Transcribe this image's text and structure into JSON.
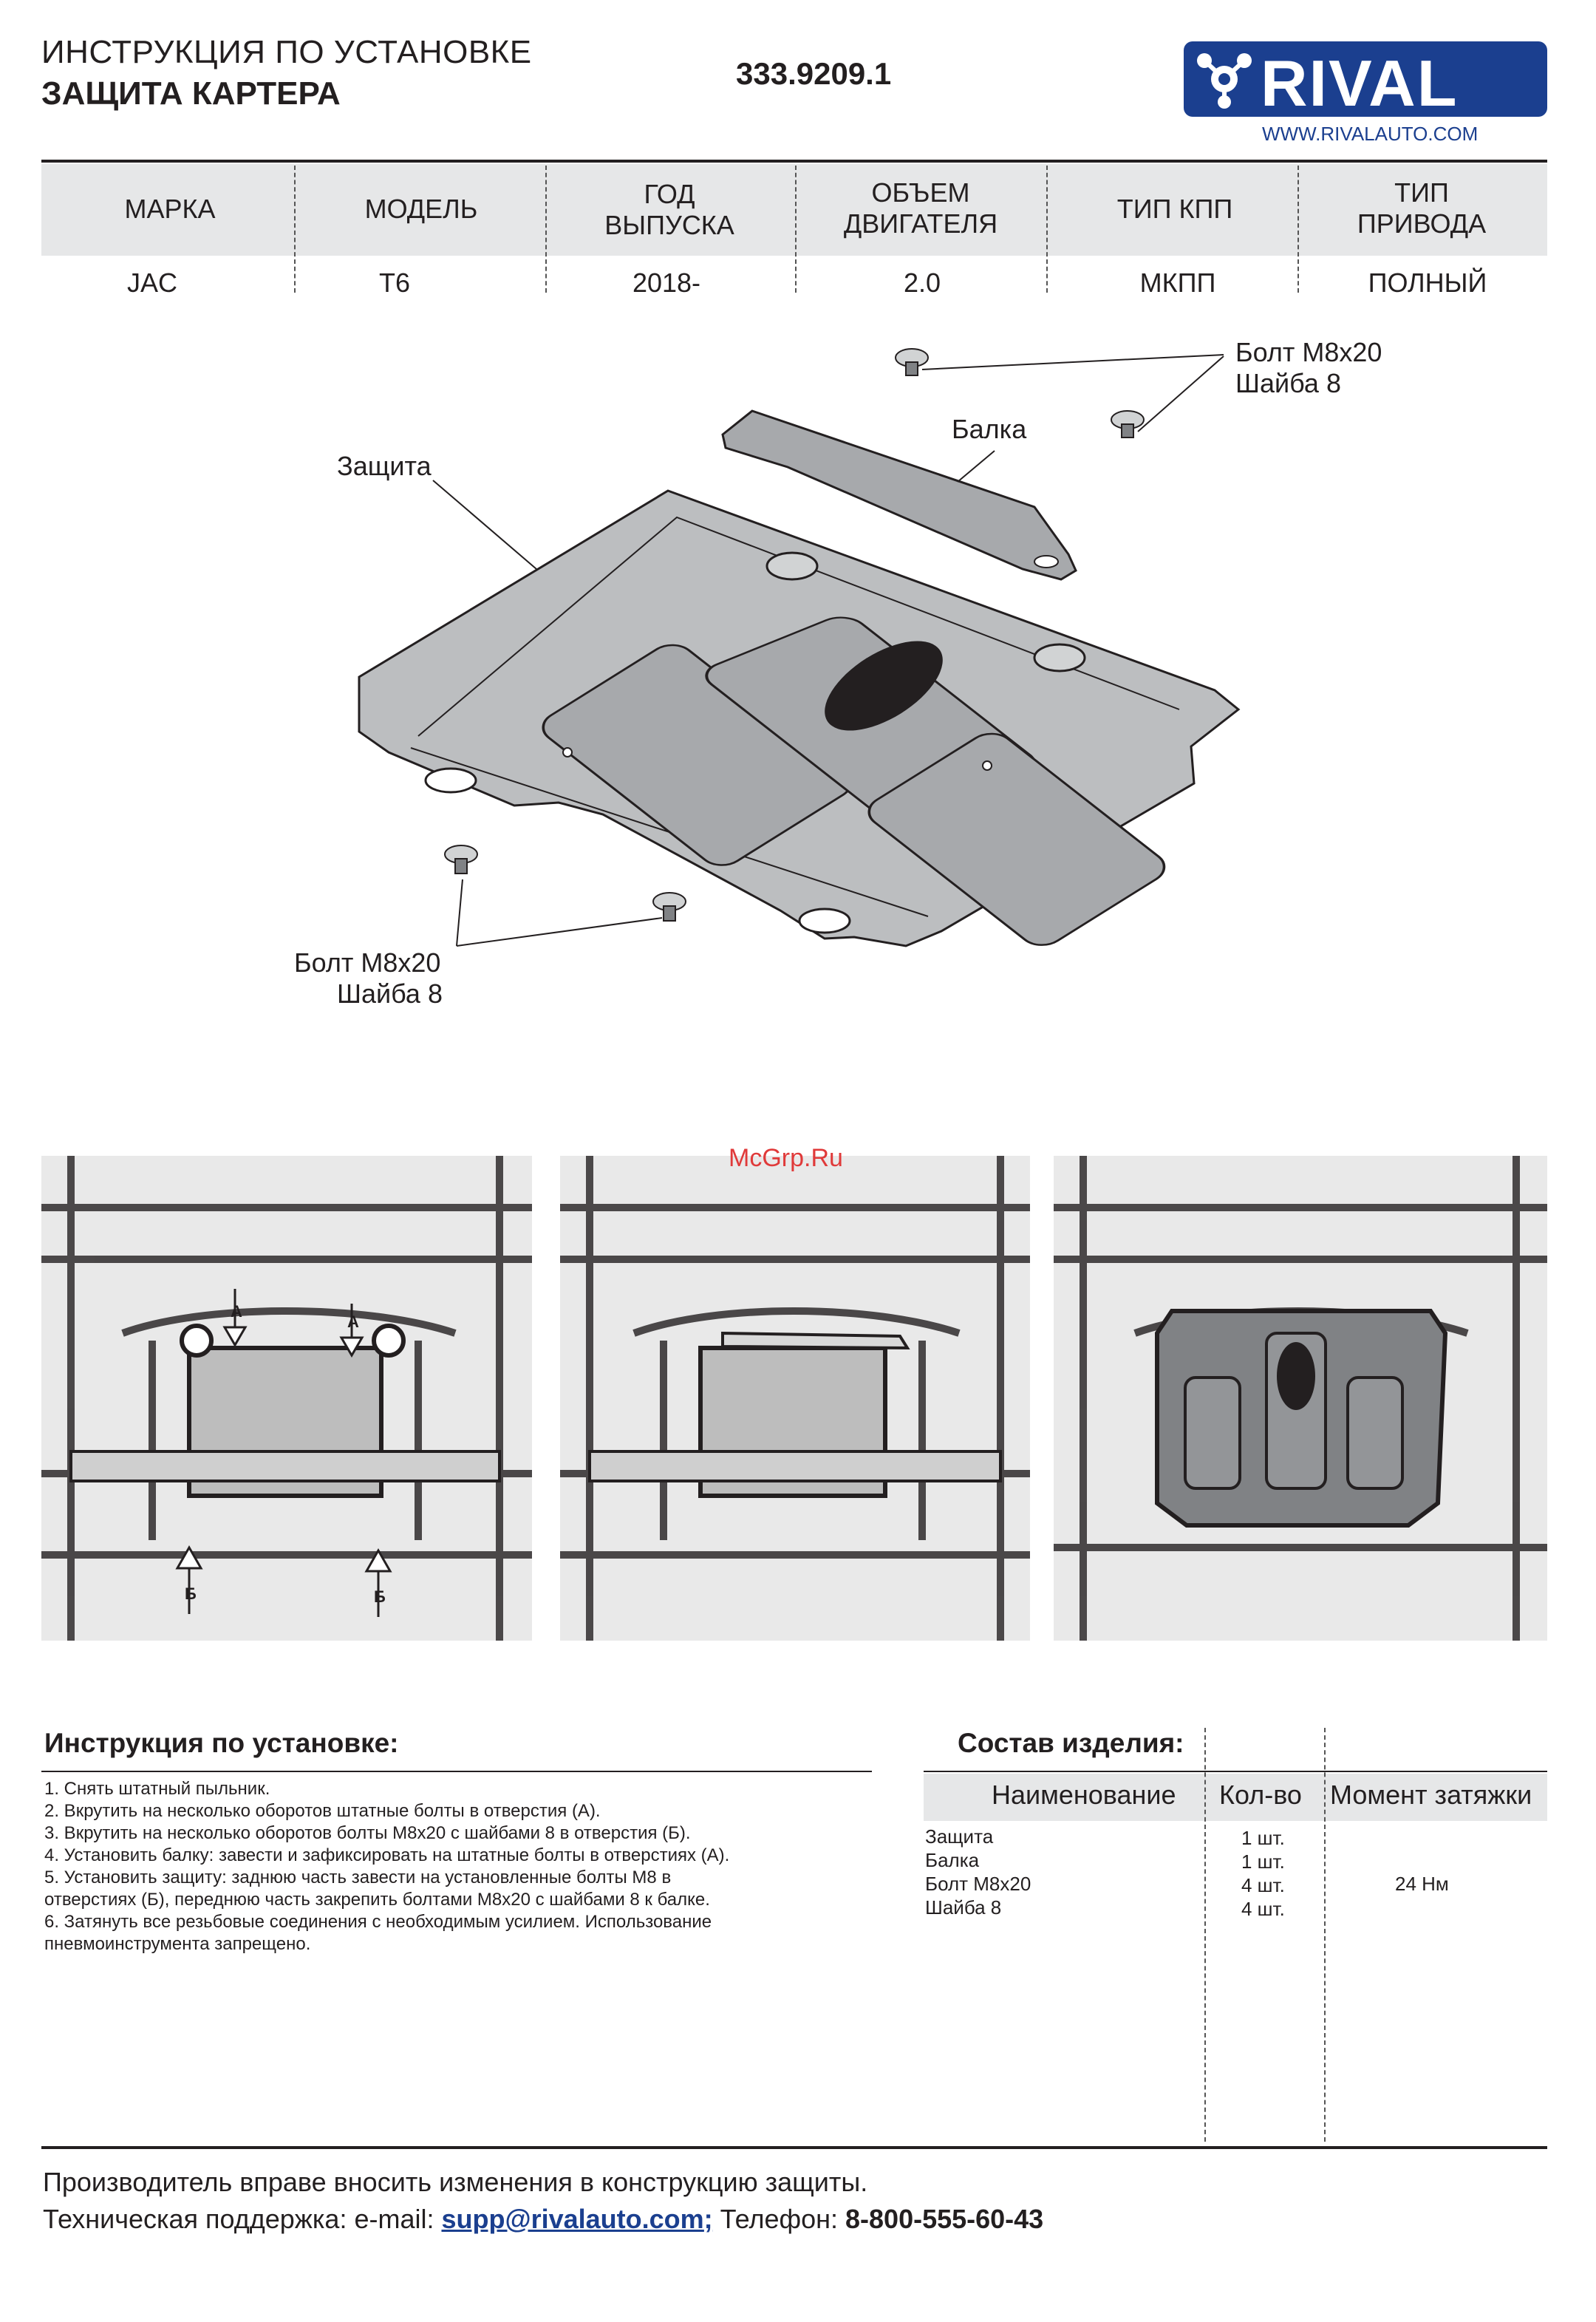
{
  "header": {
    "title_line1": "ИНСТРУКЦИЯ ПО УСТАНОВКЕ",
    "title_line2": "ЗАЩИТА КАРТЕРА",
    "part_number": "333.9209.1",
    "logo_text": "RIVAL",
    "website": "WWW.RIVALAUTO.COM"
  },
  "vehicle_table": {
    "headers": [
      [
        "МАРКА"
      ],
      [
        "МОДЕЛЬ"
      ],
      [
        "ГОД",
        "ВЫПУСКА"
      ],
      [
        "ОБЪЕМ",
        "ДВИГАТЕЛЯ"
      ],
      [
        "ТИП КПП"
      ],
      [
        "ТИП",
        "ПРИВОДА"
      ]
    ],
    "values": [
      "JAC",
      "T6",
      "2018-",
      "2.0",
      "МКПП",
      "ПОЛНЫЙ"
    ]
  },
  "diagram": {
    "label_guard": "Защита",
    "label_beam": "Балка",
    "label_bolt_top": "Болт М8х20",
    "label_washer_top": "Шайба 8",
    "label_bolt_bottom": "Болт М8х20",
    "label_washer_bottom": "Шайба 8"
  },
  "photos": {
    "watermark": "McGrp.Ru",
    "marker_a": "А",
    "marker_b": "Б"
  },
  "instructions": {
    "title": "Инструкция по установке:",
    "steps": [
      "1. Снять штатный пыльник.",
      "2. Вкрутить на несколько оборотов штатные болты в отверстия (А).",
      "3. Вкрутить на несколько оборотов болты М8х20 с шайбами 8 в отверстия (Б).",
      "4. Установить балку: завести и зафиксировать на штатные болты в отверстиях (А).",
      "5. Установить защиту: заднюю часть завести на установленные болты М8 в",
      "отверстиях (Б), переднюю часть закрепить болтами М8х20 с шайбами 8 к балке.",
      "6. Затянуть все резьбовые соединения с необходимым усилием. Использование",
      "пневмоинструмента запрещено."
    ]
  },
  "composition": {
    "title": "Состав изделия:",
    "col_name": "Наименование",
    "col_qty": "Кол-во",
    "col_torque": "Момент затяжки",
    "items": [
      {
        "name": "Защита",
        "qty": "1 шт."
      },
      {
        "name": "Балка",
        "qty": "1 шт."
      },
      {
        "name": "Болт М8х20",
        "qty": "4 шт."
      },
      {
        "name": "Шайба 8",
        "qty": "4 шт."
      }
    ],
    "torque": "24 Нм"
  },
  "footer": {
    "line1": "Производитель вправе вносить изменения в конструкцию защиты.",
    "support_label": "Техническая поддержка:  e-mail: ",
    "email": "supp@rivalauto.com",
    "email_suffix": ";",
    "phone_label": " Телефон:",
    "phone": " 8-800-555-60-43"
  }
}
